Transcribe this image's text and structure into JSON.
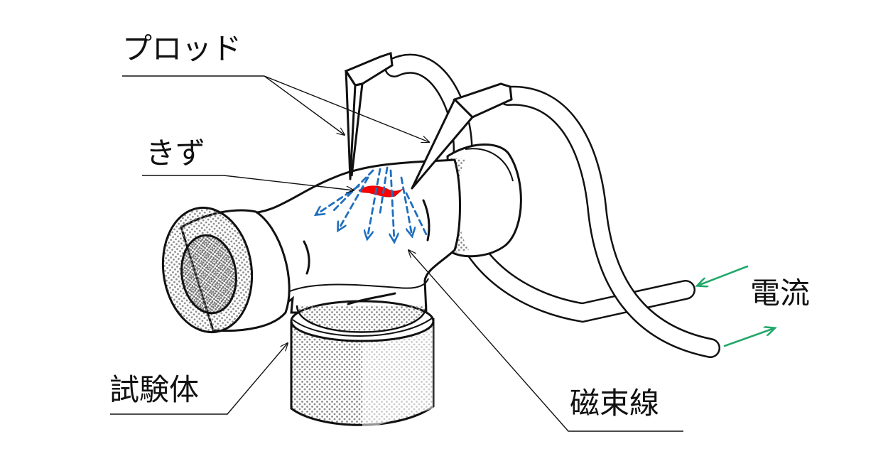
{
  "labels": {
    "prod": "プロッド",
    "kizu": "きず",
    "specimen": "試験体",
    "flux_lines": "磁束線",
    "current": "電流"
  },
  "colors": {
    "flaw": "#ff0000",
    "flux_lines": "#1f6fbf",
    "current_arrows": "#22a86a",
    "outline": "#111111",
    "dot_texture": "#8a8a8a"
  }
}
